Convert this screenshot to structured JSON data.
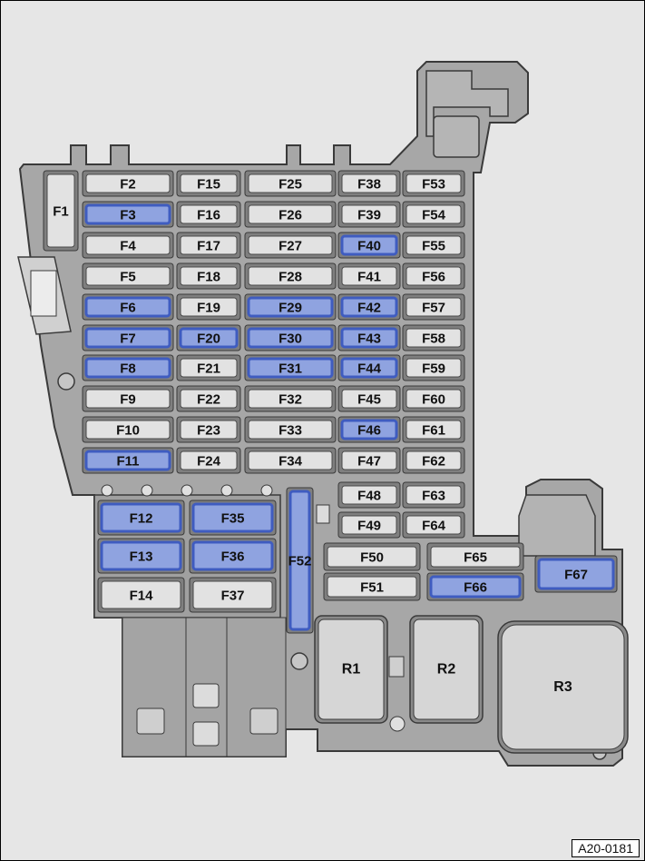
{
  "colors": {
    "background": "#e6e6e6",
    "housing": "#a7a7a7",
    "housing_outline": "#3a3a3a",
    "fuse_slot": "#7f7f7f",
    "fuse_body": "#e2e2e2",
    "fuse_highlight": "#3f5cc0",
    "fuse_highlight_fill": "#8fa3e0",
    "relay_body": "#d6d6d6"
  },
  "fuses": [
    {
      "id": "F1",
      "label": "F1",
      "highlighted": false
    },
    {
      "id": "F2",
      "label": "F2",
      "highlighted": false
    },
    {
      "id": "F3",
      "label": "F3",
      "highlighted": true
    },
    {
      "id": "F4",
      "label": "F4",
      "highlighted": false
    },
    {
      "id": "F5",
      "label": "F5",
      "highlighted": false
    },
    {
      "id": "F6",
      "label": "F6",
      "highlighted": true
    },
    {
      "id": "F7",
      "label": "F7",
      "highlighted": true
    },
    {
      "id": "F8",
      "label": "F8",
      "highlighted": true
    },
    {
      "id": "F9",
      "label": "F9",
      "highlighted": false
    },
    {
      "id": "F10",
      "label": "F10",
      "highlighted": false
    },
    {
      "id": "F11",
      "label": "F11",
      "highlighted": true
    },
    {
      "id": "F12",
      "label": "F12",
      "highlighted": true
    },
    {
      "id": "F13",
      "label": "F13",
      "highlighted": true
    },
    {
      "id": "F14",
      "label": "F14",
      "highlighted": false
    },
    {
      "id": "F15",
      "label": "F15",
      "highlighted": false
    },
    {
      "id": "F16",
      "label": "F16",
      "highlighted": false
    },
    {
      "id": "F17",
      "label": "F17",
      "highlighted": false
    },
    {
      "id": "F18",
      "label": "F18",
      "highlighted": false
    },
    {
      "id": "F19",
      "label": "F19",
      "highlighted": false
    },
    {
      "id": "F20",
      "label": "F20",
      "highlighted": true
    },
    {
      "id": "F21",
      "label": "F21",
      "highlighted": false
    },
    {
      "id": "F22",
      "label": "F22",
      "highlighted": false
    },
    {
      "id": "F23",
      "label": "F23",
      "highlighted": false
    },
    {
      "id": "F24",
      "label": "F24",
      "highlighted": false
    },
    {
      "id": "F25",
      "label": "F25",
      "highlighted": false
    },
    {
      "id": "F26",
      "label": "F26",
      "highlighted": false
    },
    {
      "id": "F27",
      "label": "F27",
      "highlighted": false
    },
    {
      "id": "F28",
      "label": "F28",
      "highlighted": false
    },
    {
      "id": "F29",
      "label": "F29",
      "highlighted": true
    },
    {
      "id": "F30",
      "label": "F30",
      "highlighted": true
    },
    {
      "id": "F31",
      "label": "F31",
      "highlighted": true
    },
    {
      "id": "F32",
      "label": "F32",
      "highlighted": false
    },
    {
      "id": "F33",
      "label": "F33",
      "highlighted": false
    },
    {
      "id": "F34",
      "label": "F34",
      "highlighted": false
    },
    {
      "id": "F35",
      "label": "F35",
      "highlighted": true
    },
    {
      "id": "F36",
      "label": "F36",
      "highlighted": true
    },
    {
      "id": "F37",
      "label": "F37",
      "highlighted": false
    },
    {
      "id": "F38",
      "label": "F38",
      "highlighted": false
    },
    {
      "id": "F39",
      "label": "F39",
      "highlighted": false
    },
    {
      "id": "F40",
      "label": "F40",
      "highlighted": true
    },
    {
      "id": "F41",
      "label": "F41",
      "highlighted": false
    },
    {
      "id": "F42",
      "label": "F42",
      "highlighted": true
    },
    {
      "id": "F43",
      "label": "F43",
      "highlighted": true
    },
    {
      "id": "F44",
      "label": "F44",
      "highlighted": true
    },
    {
      "id": "F45",
      "label": "F45",
      "highlighted": false
    },
    {
      "id": "F46",
      "label": "F46",
      "highlighted": true
    },
    {
      "id": "F47",
      "label": "F47",
      "highlighted": false
    },
    {
      "id": "F48",
      "label": "F48",
      "highlighted": false
    },
    {
      "id": "F49",
      "label": "F49",
      "highlighted": false
    },
    {
      "id": "F50",
      "label": "F50",
      "highlighted": false
    },
    {
      "id": "F51",
      "label": "F51",
      "highlighted": false
    },
    {
      "id": "F52",
      "label": "F52",
      "highlighted": true
    },
    {
      "id": "F53",
      "label": "F53",
      "highlighted": false
    },
    {
      "id": "F54",
      "label": "F54",
      "highlighted": false
    },
    {
      "id": "F55",
      "label": "F55",
      "highlighted": false
    },
    {
      "id": "F56",
      "label": "F56",
      "highlighted": false
    },
    {
      "id": "F57",
      "label": "F57",
      "highlighted": false
    },
    {
      "id": "F58",
      "label": "F58",
      "highlighted": false
    },
    {
      "id": "F59",
      "label": "F59",
      "highlighted": false
    },
    {
      "id": "F60",
      "label": "F60",
      "highlighted": false
    },
    {
      "id": "F61",
      "label": "F61",
      "highlighted": false
    },
    {
      "id": "F62",
      "label": "F62",
      "highlighted": false
    },
    {
      "id": "F63",
      "label": "F63",
      "highlighted": false
    },
    {
      "id": "F64",
      "label": "F64",
      "highlighted": false
    },
    {
      "id": "F65",
      "label": "F65",
      "highlighted": false
    },
    {
      "id": "F66",
      "label": "F66",
      "highlighted": true
    },
    {
      "id": "F67",
      "label": "F67",
      "highlighted": true
    }
  ],
  "relays": [
    {
      "id": "R1",
      "label": "R1"
    },
    {
      "id": "R2",
      "label": "R2"
    },
    {
      "id": "R3",
      "label": "R3"
    }
  ],
  "reference_code": "A20-0181"
}
